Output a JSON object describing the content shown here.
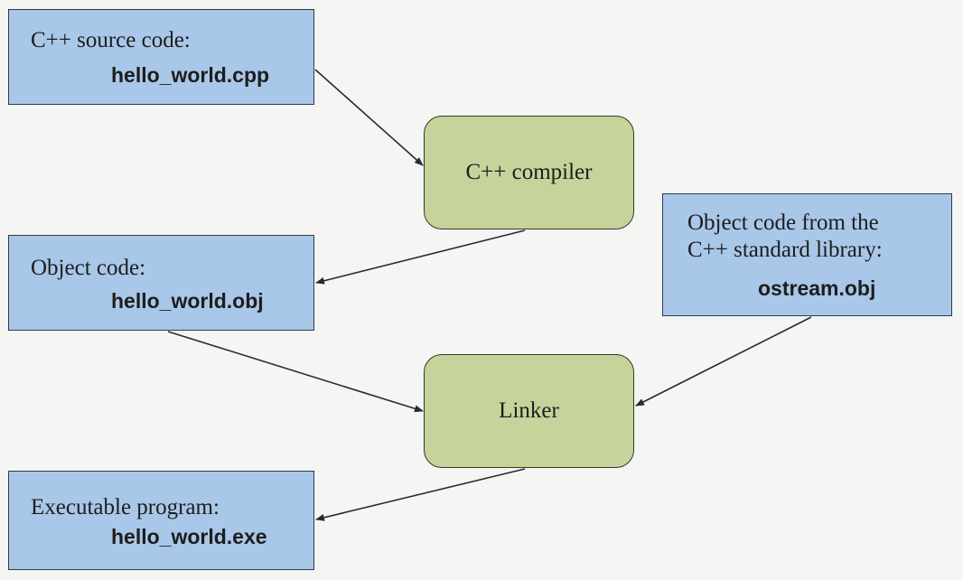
{
  "nodes": {
    "source": {
      "label": "C++ source code:",
      "file": "hello_world.cpp"
    },
    "compiler": {
      "label": "C++ compiler"
    },
    "object": {
      "label": "Object code:",
      "file": "hello_world.obj"
    },
    "library": {
      "line1": "Object code from the",
      "line2": "C++ standard library:",
      "file": "ostream.obj"
    },
    "linker": {
      "label": "Linker"
    },
    "executable": {
      "label": "Executable program:",
      "file": "hello_world.exe"
    }
  },
  "colors": {
    "file_box": "#a9c7e8",
    "process_box": "#c6d39a",
    "arrow": "#2b2b2b",
    "background": "#f5f5f4"
  }
}
